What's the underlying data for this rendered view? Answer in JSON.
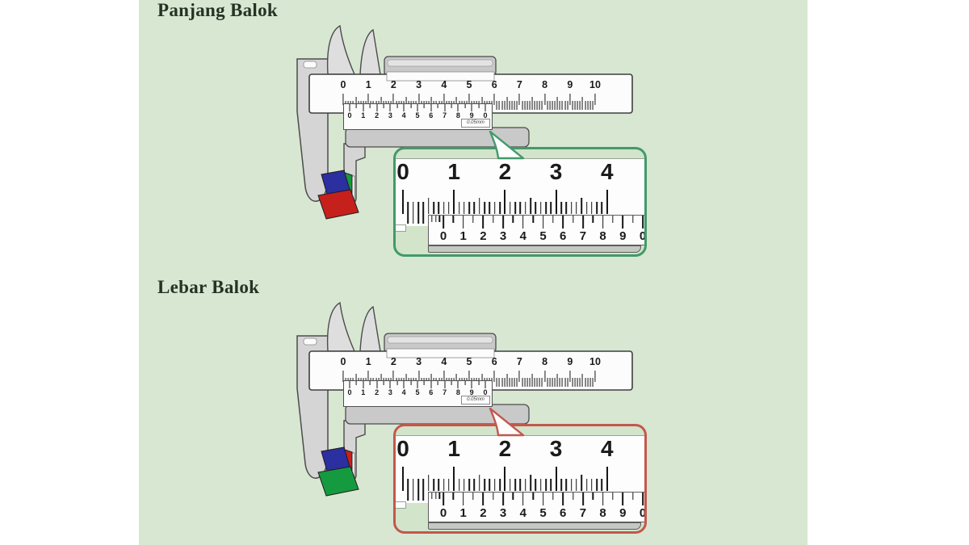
{
  "page": {
    "background": "#ffffff",
    "panel_color": "#d7e7d1"
  },
  "sections": [
    {
      "title": "Panjang Balok",
      "accent_color": "#43996a",
      "block": {
        "top_color": "#2b2fa0",
        "side_color": "#169a40",
        "front_color": "#c6201d"
      },
      "caliper": {
        "main_scale_numbers": [
          "0",
          "1",
          "2",
          "3",
          "4",
          "5",
          "6",
          "7",
          "8",
          "9",
          "10"
        ],
        "vernier_scale_numbers": [
          "0",
          "1",
          "2",
          "3",
          "4",
          "5",
          "6",
          "7",
          "8",
          "9",
          "0"
        ],
        "precision_label": "0.05mm"
      },
      "callout": {
        "main_scale_numbers": [
          "0",
          "1",
          "2",
          "3",
          "4"
        ],
        "vernier_scale_numbers": [
          "0",
          "1",
          "2",
          "3",
          "4",
          "5",
          "6",
          "7",
          "8",
          "9",
          "0"
        ]
      }
    },
    {
      "title": "Lebar Balok",
      "accent_color": "#c4574d",
      "block": {
        "top_color": "#2b2fa0",
        "side_color": "#c6201d",
        "front_color": "#169a40"
      },
      "caliper": {
        "main_scale_numbers": [
          "0",
          "1",
          "2",
          "3",
          "4",
          "5",
          "6",
          "7",
          "8",
          "9",
          "10"
        ],
        "vernier_scale_numbers": [
          "0",
          "1",
          "2",
          "3",
          "4",
          "5",
          "6",
          "7",
          "8",
          "9",
          "0"
        ],
        "precision_label": "0.05mm"
      },
      "callout": {
        "main_scale_numbers": [
          "0",
          "1",
          "2",
          "3",
          "4"
        ],
        "vernier_scale_numbers": [
          "0",
          "1",
          "2",
          "3",
          "4",
          "5",
          "6",
          "7",
          "8",
          "9",
          "0"
        ]
      }
    }
  ]
}
